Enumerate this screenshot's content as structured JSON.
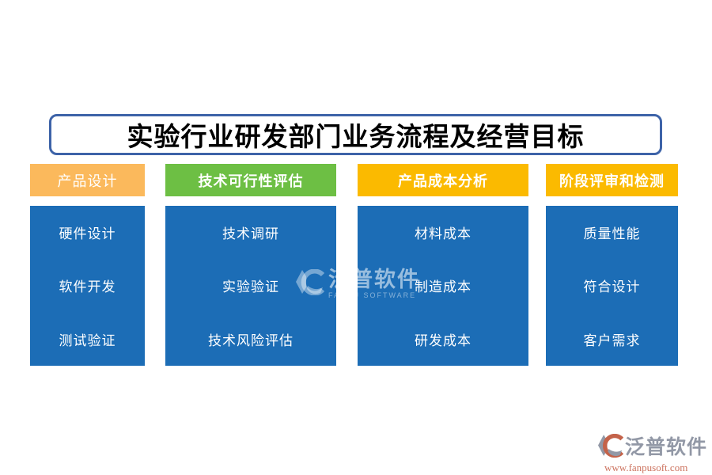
{
  "title": "实验行业研发部门业务流程及经营目标",
  "columns": [
    {
      "header": "产品设计",
      "header_color": "#fbb95c",
      "items": [
        "硬件设计",
        "软件开发",
        "测试验证"
      ]
    },
    {
      "header": "技术可行性评估",
      "header_color": "#6dbf44",
      "items": [
        "技术调研",
        "实验验证",
        "技术风险评估"
      ]
    },
    {
      "header": "产品成本分析",
      "header_color": "#fbba00",
      "items": [
        "材料成本",
        "制造成本",
        "研发成本"
      ]
    },
    {
      "header": "阶段评审和检测",
      "header_color": "#fbba00",
      "items": [
        "质量性能",
        "符合设计",
        "客户需求"
      ]
    }
  ],
  "watermark": {
    "brand": "泛普软件",
    "brand_en": "FANPU SOFTWARE"
  },
  "footer_logo": {
    "brand": "泛普软件",
    "url": "www.fanpusoft.com"
  },
  "colors": {
    "title_border": "#3d63a8",
    "header_orange": "#fbb95c",
    "header_green": "#6dbf44",
    "header_gold": "#fbba00",
    "box_blue": "#1c6db6",
    "footer_brand_gray": "#9298a6",
    "footer_url_salmon": "#cd7460",
    "footer_icon_crescent": "#c4634a"
  }
}
